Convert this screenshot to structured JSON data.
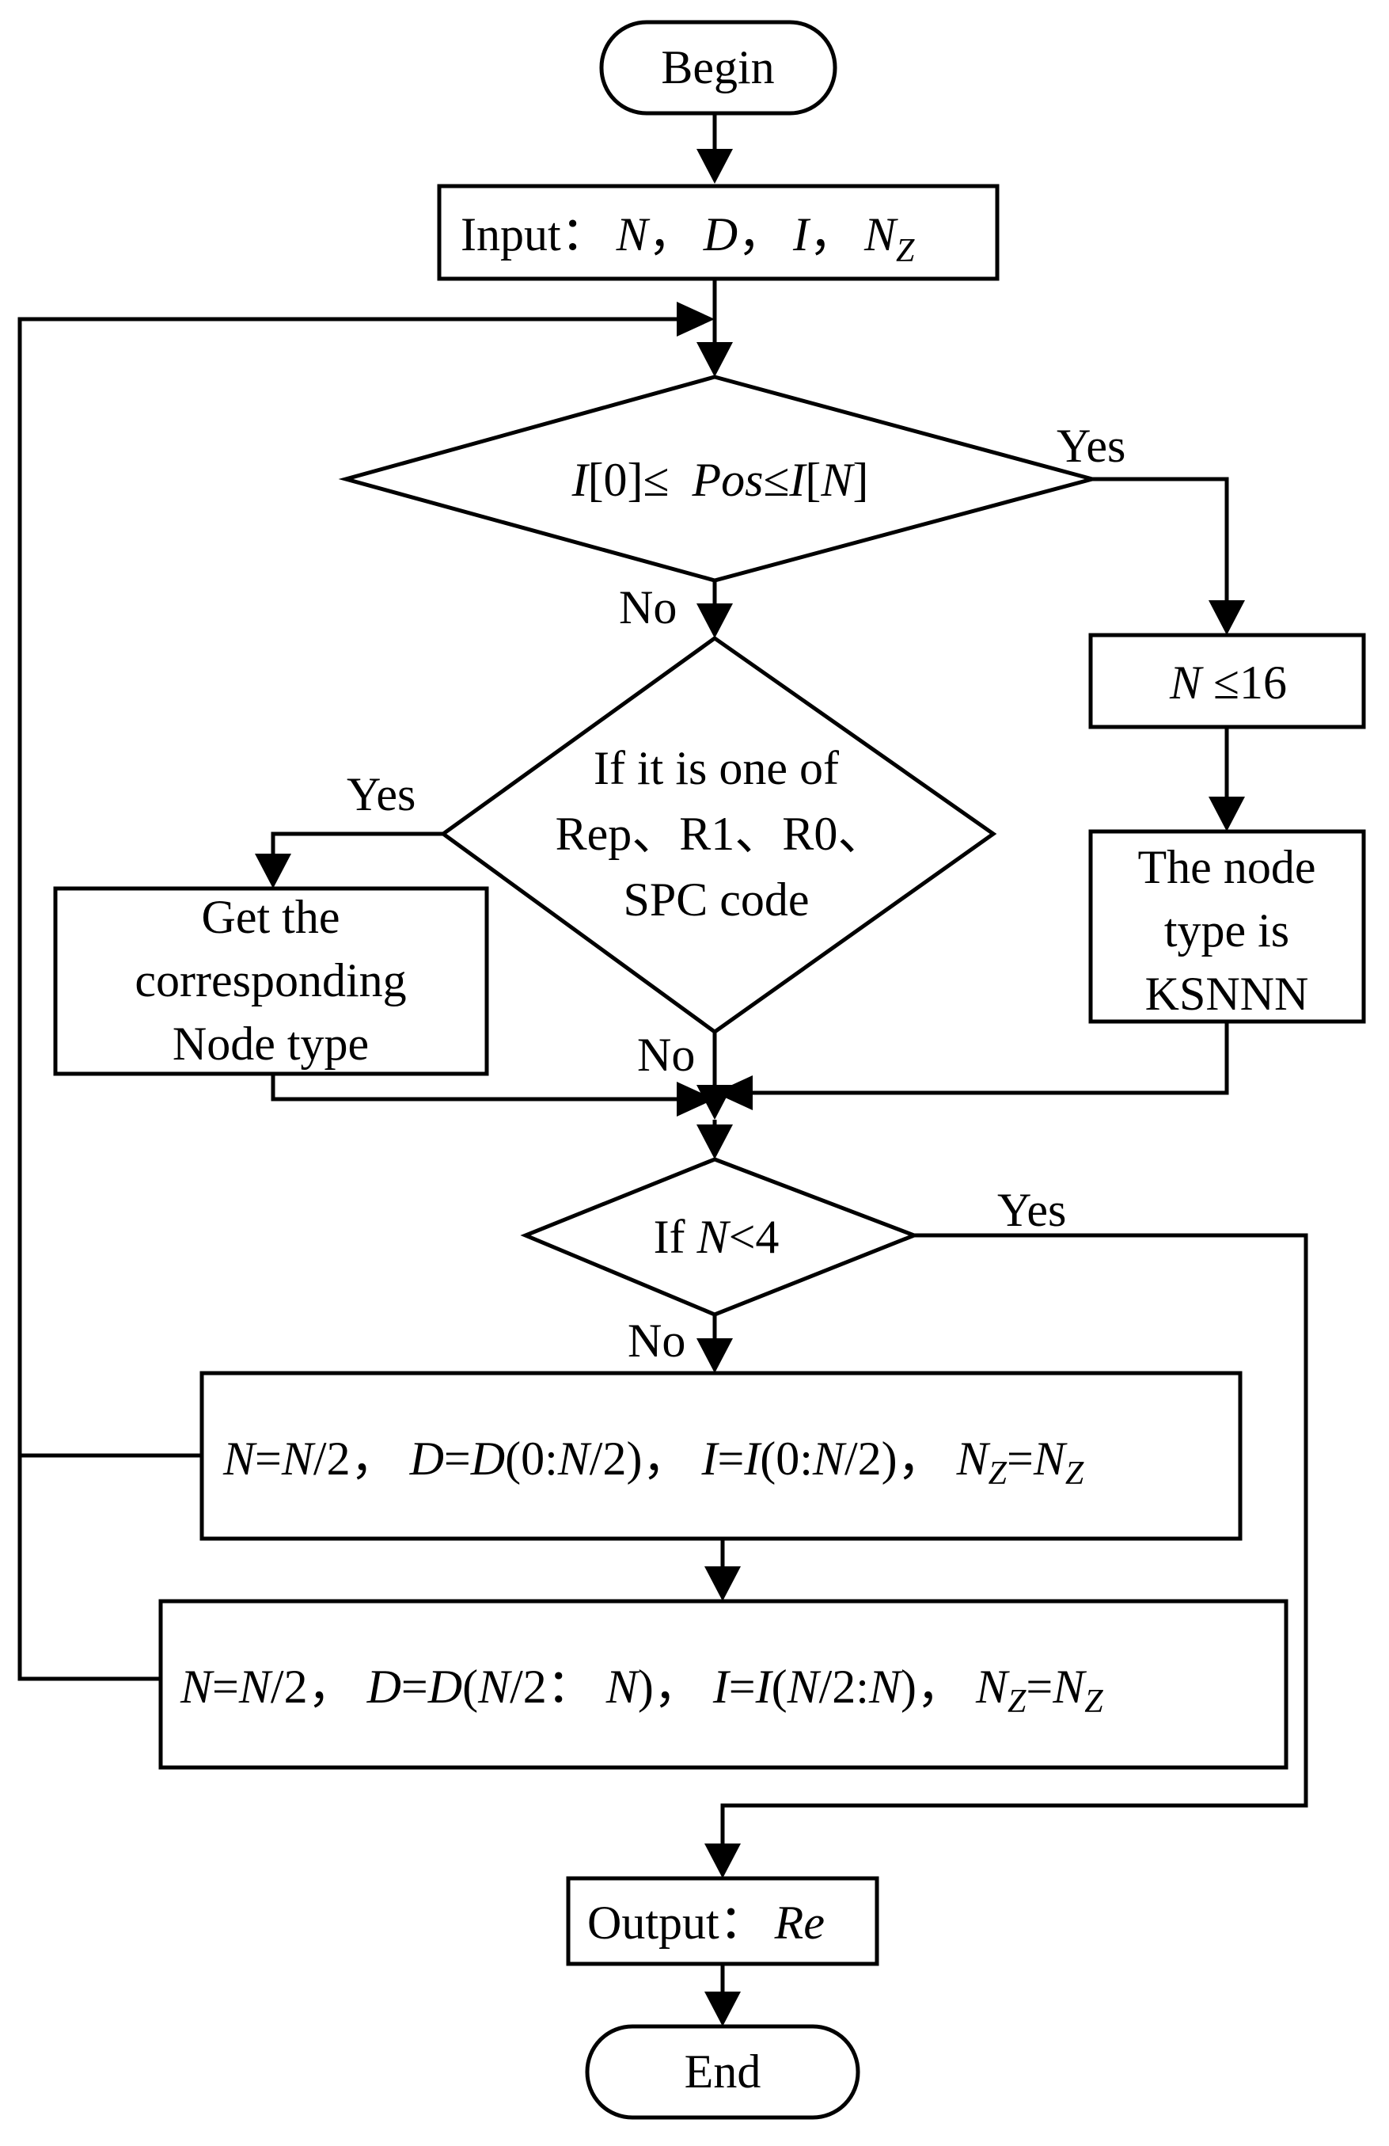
{
  "nodes": {
    "begin": "Begin",
    "input": {
      "label": "Input：",
      "vars": [
        "N",
        "D",
        "I",
        "N"
      ],
      "sub": "Z",
      "sep": "，"
    },
    "condition_range": {
      "a": "I",
      "b": "[0]≤ ",
      "c": "Pos",
      "d": "≤",
      "e": "I",
      "f": "[",
      "g": "N",
      "h": "]"
    },
    "condition_n16": {
      "var": "N",
      "rest": " ≤16"
    },
    "knnn": [
      "The node",
      "type is",
      "KSNNN"
    ],
    "condition_codes": [
      "If it is one of",
      "Rep、R1、R0、",
      "SPC code"
    ],
    "get_node": [
      "Get the",
      "corresponding",
      "Node type"
    ],
    "condition_n4": {
      "pre": "If ",
      "var": "N",
      "post": "<4"
    },
    "split_left": {
      "p1": "N",
      "p2": "=",
      "p3": "N",
      "p4": "/2，  ",
      "p5": "D",
      "p6": "=",
      "p7": "D",
      "p8": "(0:",
      "p9": "N",
      "p10": "/2)，  ",
      "p11": "I",
      "p12": "=",
      "p13": "I",
      "p14": "(0:",
      "p15": "N",
      "p16": "/2)，  ",
      "p17": "N",
      "p18": "Z",
      "p19": "=",
      "p20": "N",
      "p21": "Z"
    },
    "split_right": {
      "p1": "N",
      "p2": "=",
      "p3": "N",
      "p4": "/2，  ",
      "p5": "D",
      "p6": "=",
      "p7": "D",
      "p8": "(",
      "p9": "N",
      "p10": "/2： ",
      "p11": "N",
      "p12": ")，  ",
      "p13": "I",
      "p14": "=",
      "p15": "I",
      "p16": "(",
      "p17": "N",
      "p18": "/2:",
      "p19": "N",
      "p20": ")，  ",
      "p21": "N",
      "p22": "Z",
      "p23": "=",
      "p24": "N",
      "p25": "Z"
    },
    "output": {
      "label": "Output：",
      "var": "Re"
    },
    "end": "End"
  },
  "edge_labels": {
    "range_yes": "Yes",
    "range_no": "No",
    "codes_yes": "Yes",
    "codes_no": "No",
    "n4_yes": "Yes",
    "n4_no": "No"
  },
  "colors": {
    "stroke": "#000000",
    "fill": "#ffffff",
    "background": "#ffffff"
  }
}
